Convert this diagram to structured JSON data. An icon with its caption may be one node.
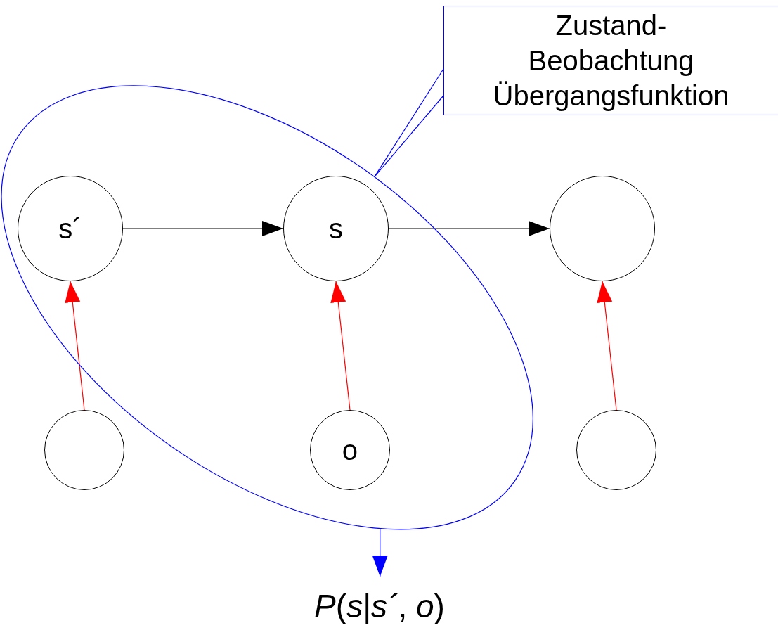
{
  "diagram": {
    "nodes": [
      {
        "text": [
          "Zustand- Beobachtung Übergangsfunktion"
        ]
      },
      {
        "text": [],
        "shape": "ellipse"
      },
      {
        "text": [
          "s´"
        ],
        "in": 1
      },
      {
        "text": [
          "s"
        ],
        "in": 1
      },
      {
        "text": [],
        "shape": "circle"
      },
      {
        "text": [],
        "shape": "circle"
      },
      {
        "text": [
          "o"
        ],
        "in": 1
      },
      {
        "text": [],
        "shape": "circle"
      },
      {
        "text": [
          "*P*(*s*|*s´*, *o*)"
        ]
      }
    ],
    "edges": [
      {
        "from": 0,
        "to": 1,
        "arrow": "none",
        "color": "#0000ff"
      },
      {
        "from": 2,
        "to": 3,
        "arrow": "to",
        "color": "#000000"
      },
      {
        "from": 3,
        "to": 4,
        "arrow": "to",
        "color": "#000000"
      },
      {
        "from": 5,
        "to": 2,
        "arrow": "to",
        "color": "#ff0000"
      },
      {
        "from": 6,
        "to": 3,
        "arrow": "to",
        "color": "#ff0000"
      },
      {
        "from": 7,
        "to": 4,
        "arrow": "to",
        "color": "#ff0000"
      },
      {
        "from": 1,
        "to": 8,
        "arrow": "to",
        "color": "#0000ff"
      }
    ]
  }
}
